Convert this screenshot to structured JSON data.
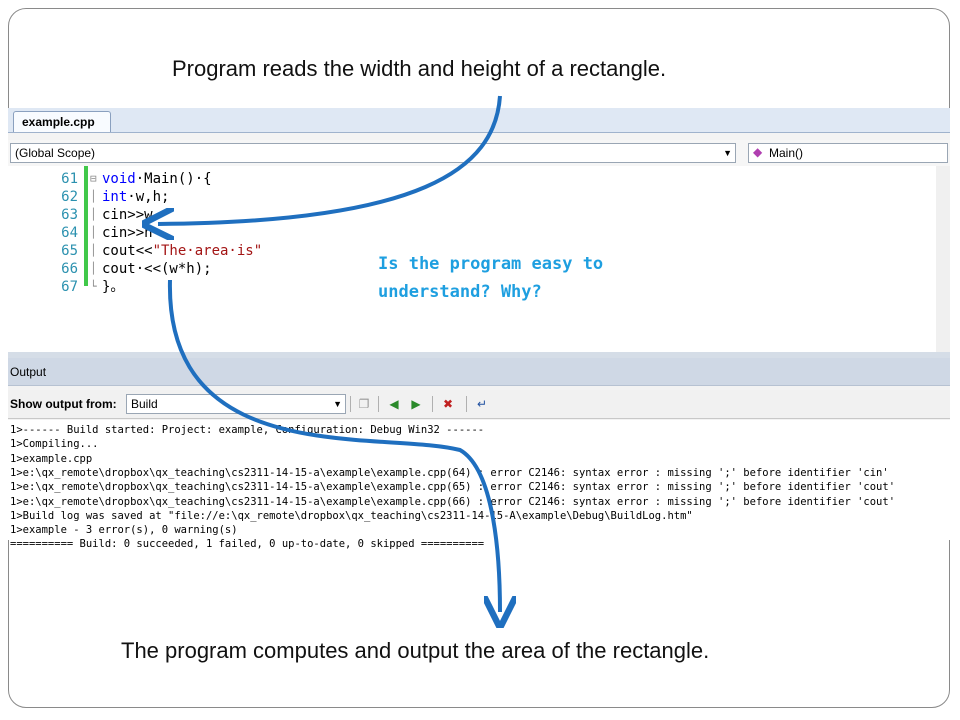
{
  "captions": {
    "top": "Program reads the width and height of a rectangle.",
    "bottom": "The program computes and output the area of the rectangle.",
    "question": "Is the program easy to understand? Why?"
  },
  "ide": {
    "tab": "example.cpp",
    "scope": "(Global Scope)",
    "member": "Main()",
    "code_lines": [
      {
        "num": "61",
        "fold": "⊟",
        "parts": [
          {
            "t": "void",
            "kw": true
          },
          {
            "t": "·Main()·{",
            "kw": false
          }
        ]
      },
      {
        "num": "62",
        "fold": "│",
        "parts": [
          {
            "t": "int",
            "kw": true
          },
          {
            "t": "·w,h;",
            "kw": false
          }
        ]
      },
      {
        "num": "63",
        "fold": "│",
        "parts": [
          {
            "t": "cin>>w",
            "kw": false
          }
        ]
      },
      {
        "num": "64",
        "fold": "│",
        "parts": [
          {
            "t": "cin>>h",
            "kw": false
          }
        ]
      },
      {
        "num": "65",
        "fold": "│",
        "parts": [
          {
            "t": "cout<<",
            "kw": false
          },
          {
            "t": "\"The·area·is\"",
            "str": true
          }
        ]
      },
      {
        "num": "66",
        "fold": "│",
        "parts": [
          {
            "t": "cout·<<(w*h);",
            "kw": false
          }
        ]
      },
      {
        "num": "67",
        "fold": "└",
        "parts": [
          {
            "t": "}。",
            "kw": false
          }
        ]
      }
    ],
    "output_title": "Output",
    "show_output_label": "Show output from:",
    "show_output_value": "Build",
    "output_lines": [
      "1>------ Build started: Project: example, Configuration: Debug Win32 ------",
      "1>Compiling...",
      "1>example.cpp",
      "1>e:\\qx_remote\\dropbox\\qx_teaching\\cs2311-14-15-a\\example\\example.cpp(64) : error C2146: syntax error : missing ';' before identifier 'cin'",
      "1>e:\\qx_remote\\dropbox\\qx_teaching\\cs2311-14-15-a\\example\\example.cpp(65) : error C2146: syntax error : missing ';' before identifier 'cout'",
      "1>e:\\qx_remote\\dropbox\\qx_teaching\\cs2311-14-15-a\\example\\example.cpp(66) : error C2146: syntax error : missing ';' before identifier 'cout'",
      "1>Build log was saved at \"file://e:\\qx_remote\\dropbox\\qx_teaching\\cs2311-14-15-A\\example\\Debug\\BuildLog.htm\"",
      "1>example - 3 error(s), 0 warning(s)",
      "========== Build: 0 succeeded, 1 failed, 0 up-to-date, 0 skipped =========="
    ]
  },
  "colors": {
    "arrow": "#1f6fbf",
    "question": "#1e9fe0",
    "keyword": "#0000ff",
    "string": "#a31515",
    "line_number": "#2b91af"
  }
}
